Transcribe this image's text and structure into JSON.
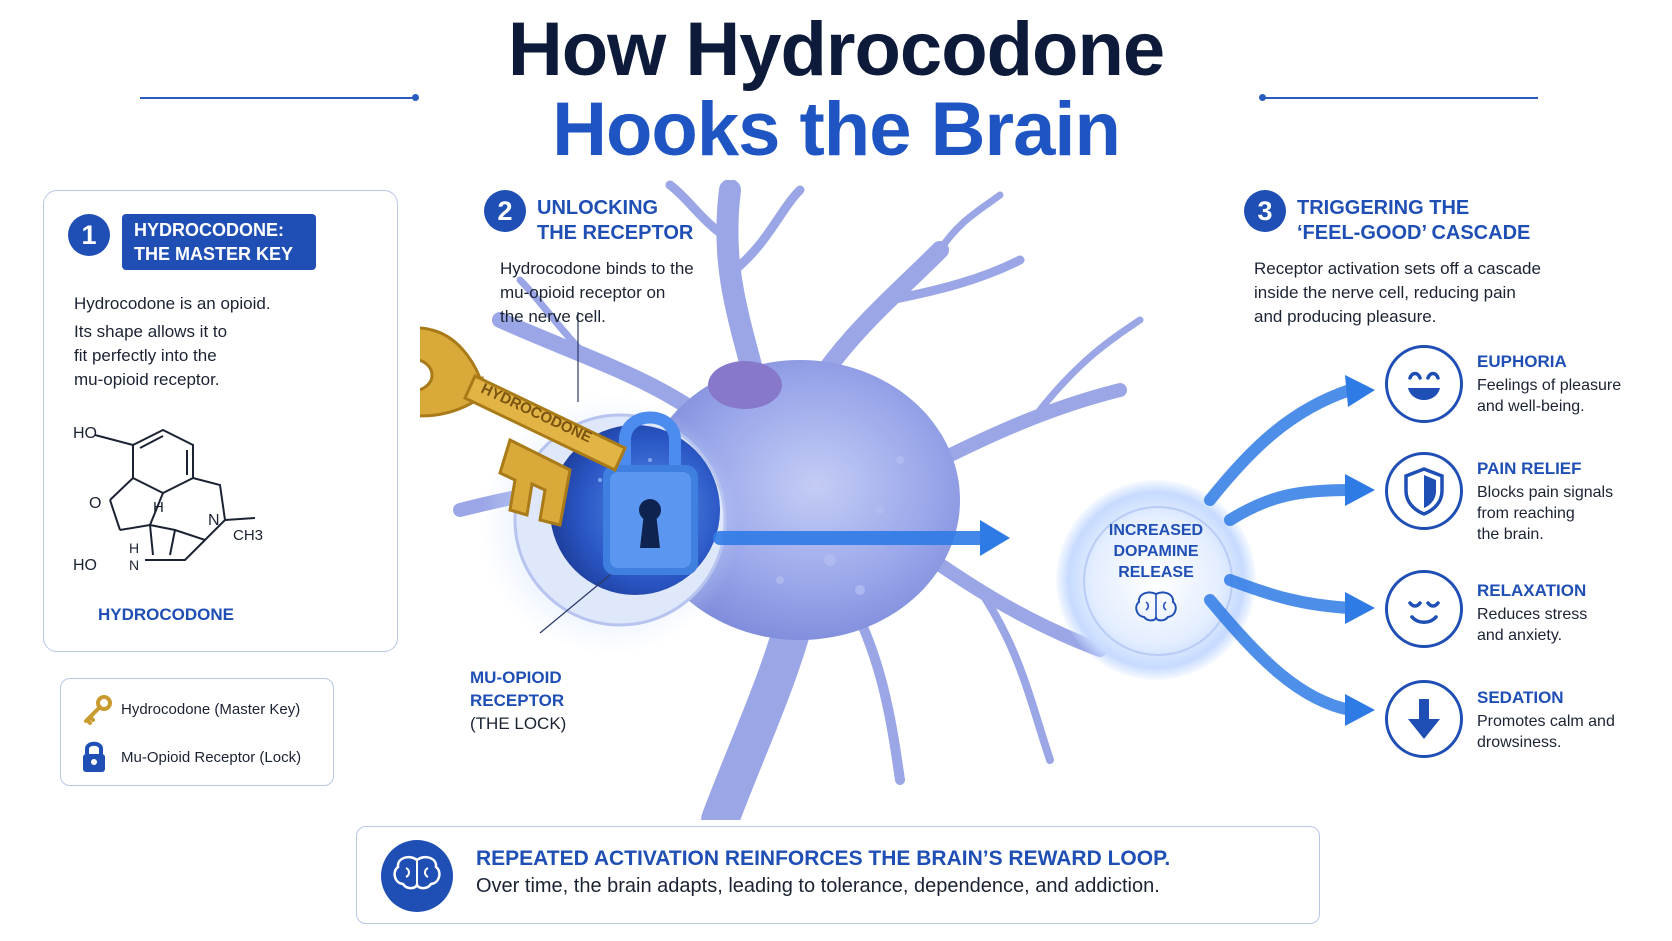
{
  "title": {
    "line1": "How Hydrocodone",
    "line2": "Hooks the Brain"
  },
  "step1": {
    "number": "1",
    "heading_line1": "HYDROCODONE:",
    "heading_line2": "THE MASTER KEY",
    "body_lines": [
      "Hydrocodone is an opioid.",
      "Its shape allows it to",
      "fit perfectly into the",
      "mu-opioid receptor."
    ],
    "molecule": {
      "ho_top": "HO",
      "o_ring": "O",
      "h_upper": "H",
      "h_lower": "H",
      "n_bridge": "N",
      "n_methyl": "N",
      "ch3": "CH3",
      "ho_bottom": "HO",
      "caption": "HYDROCODONE"
    }
  },
  "legend": {
    "items": [
      {
        "label": "Hydrocodone (Master Key)",
        "icon": "key-icon"
      },
      {
        "label": "Mu-Opioid Receptor (Lock)",
        "icon": "lock-icon"
      }
    ]
  },
  "step2": {
    "number": "2",
    "heading_line1": "UNLOCKING",
    "heading_line2": "THE RECEPTOR",
    "body_lines": [
      "Hydrocodone binds to the",
      "mu-opioid receptor on",
      "the nerve cell."
    ],
    "key_label": "HYDROCODONE",
    "receptor_label_line1": "MU-OPIOID",
    "receptor_label_line2": "RECEPTOR",
    "receptor_label_line3": "(THE LOCK)"
  },
  "dopamine": {
    "line1": "INCREASED",
    "line2": "DOPAMINE",
    "line3": "RELEASE",
    "icon": "brain-icon"
  },
  "step3": {
    "number": "3",
    "heading_line1": "TRIGGERING THE",
    "heading_line2": "‘FEEL-GOOD’ CASCADE",
    "body_lines": [
      "Receptor activation sets off a cascade",
      "inside the nerve cell, reducing pain",
      "and producing pleasure."
    ]
  },
  "effects": [
    {
      "title": "EUPHORIA",
      "desc_lines": [
        "Feelings of pleasure",
        "and well-being."
      ],
      "icon": "smile-icon"
    },
    {
      "title": "PAIN RELIEF",
      "desc_lines": [
        "Blocks pain signals",
        "from reaching",
        "the brain."
      ],
      "icon": "shield-icon"
    },
    {
      "title": "RELAXATION",
      "desc_lines": [
        "Reduces stress",
        "and anxiety."
      ],
      "icon": "calm-face-icon"
    },
    {
      "title": "SEDATION",
      "desc_lines": [
        "Promotes calm and",
        "drowsiness."
      ],
      "icon": "arrow-down-icon"
    }
  ],
  "bottom": {
    "title": "REPEATED ACTIVATION REINFORCES THE BRAIN’S REWARD LOOP.",
    "body": "Over time, the brain adapts, leading to tolerance, dependence, and addiction.",
    "icon": "brain-icon"
  },
  "colors": {
    "primary": "#1f4fb5",
    "dark": "#0d1a3a",
    "neuron": "#8f9de6",
    "key": "#d9a93a",
    "lock": "#3f7fe0"
  }
}
